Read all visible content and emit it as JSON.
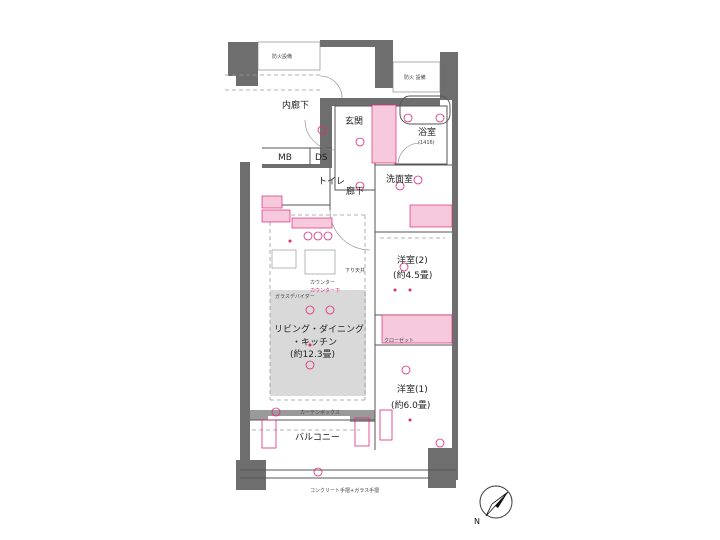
{
  "plan": {
    "rooms": {
      "inner_corridor": "内廊下",
      "mb": "MB",
      "ds": "DS",
      "entrance": "玄関",
      "bathroom": "浴室",
      "bath_size": "(1416)",
      "toilet": "トイレ",
      "hallway": "廊下",
      "washroom": "洗面室",
      "western2": "洋室(2)",
      "western2_size": "(約4.5畳)",
      "ldk_line1": "リビング・ダイニング",
      "ldk_line2": "・キッチン",
      "ldk_size": "(約12.3畳)",
      "western1": "洋室(1)",
      "western1_size": "(約6.0畳)",
      "balcony": "バルコニー"
    },
    "annotations": {
      "fire_equipment_left": "防火設備",
      "fire_equipment_right": "防火 設備",
      "counter": "カウンター",
      "counter_lower": "カウンター下",
      "lowered_ceiling": "下り天井",
      "closet": "クローゼット",
      "curtain_box": "カーテンボックス",
      "glass_divider": "ガラスデバイダー",
      "railing": "コンクリート手摺+ガラス手摺"
    },
    "colors": {
      "equipment": "#e0287a",
      "ldk_floor": "#d9d9d9",
      "wall": "#6e6e6e"
    }
  }
}
